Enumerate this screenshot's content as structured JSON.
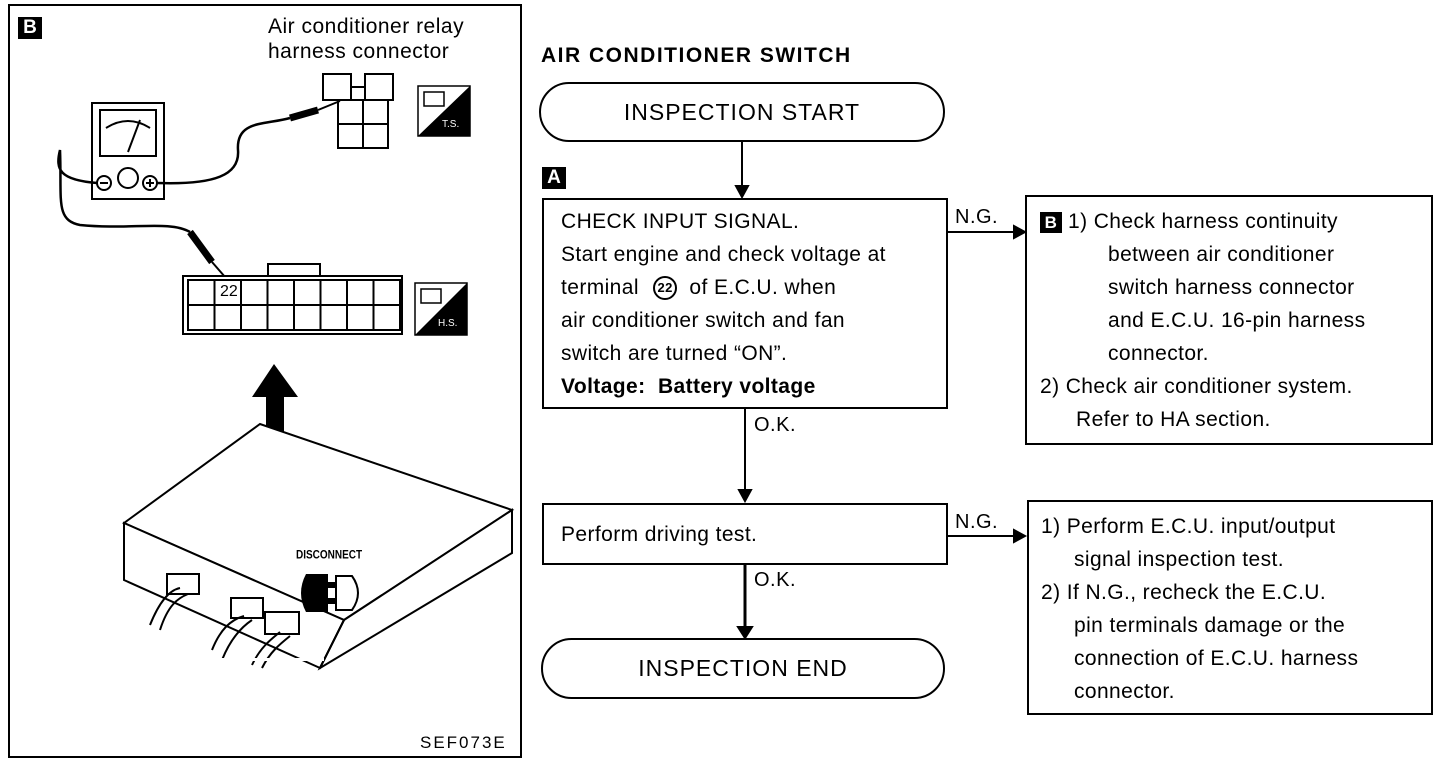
{
  "illustration": {
    "section_tag": "B",
    "relay_connector_label_line1": "Air conditioner relay",
    "relay_connector_label_line2": "harness connector",
    "ts_tag": "T.S.",
    "hs_tag": "H.S.",
    "terminal_number": "22",
    "disconnect_label": "DISCONNECT",
    "figure_code": "SEF073E"
  },
  "flowchart": {
    "title": "AIR CONDITIONER SWITCH",
    "start": "INSPECTION START",
    "end": "INSPECTION END",
    "step_a": {
      "tag": "A",
      "lines": [
        "CHECK  INPUT  SIGNAL.",
        "Start engine and check voltage at",
        "terminal",
        "of E.C.U. when",
        "air conditioner switch and fan",
        "switch are turned “ON”."
      ],
      "terminal_circled": "22",
      "voltage_label": "Voltage:",
      "voltage_value": "Battery voltage"
    },
    "step_a_ok": "O.K.",
    "step_a_ng": "N.G.",
    "remedy_a": {
      "tag": "B",
      "item1_num": "1)",
      "item1_lines": [
        "Check harness continuity",
        "between air conditioner",
        "switch harness connector",
        "and E.C.U. 16-pin harness",
        "connector."
      ],
      "item2_num": "2)",
      "item2_lines": [
        "Check air conditioner system.",
        "Refer to HA section."
      ]
    },
    "step_b": {
      "text": "Perform driving test."
    },
    "step_b_ok": "O.K.",
    "step_b_ng": "N.G.",
    "remedy_b": {
      "item1_num": "1)",
      "item1_lines": [
        "Perform E.C.U. input/output",
        "signal inspection test."
      ],
      "item2_num": "2)",
      "item2_lines": [
        "If N.G., recheck the E.C.U.",
        "pin terminals damage or the",
        "connection of E.C.U. harness",
        "connector."
      ]
    }
  }
}
